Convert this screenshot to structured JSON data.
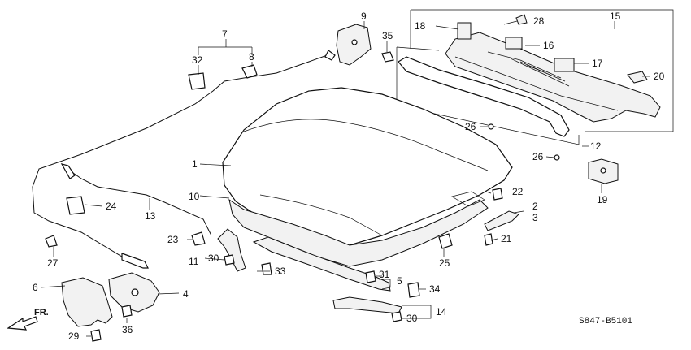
{
  "diagram_code": "S847-B5101",
  "front_marker": "FR.",
  "callouts": [
    {
      "id": "1",
      "label": "1"
    },
    {
      "id": "2",
      "label": "2"
    },
    {
      "id": "3",
      "label": "3"
    },
    {
      "id": "4",
      "label": "4"
    },
    {
      "id": "5",
      "label": "5"
    },
    {
      "id": "6",
      "label": "6"
    },
    {
      "id": "7",
      "label": "7"
    },
    {
      "id": "8",
      "label": "8"
    },
    {
      "id": "9",
      "label": "9"
    },
    {
      "id": "10",
      "label": "10"
    },
    {
      "id": "11",
      "label": "11"
    },
    {
      "id": "12",
      "label": "12"
    },
    {
      "id": "13",
      "label": "13"
    },
    {
      "id": "14",
      "label": "14"
    },
    {
      "id": "15",
      "label": "15"
    },
    {
      "id": "16",
      "label": "16"
    },
    {
      "id": "17",
      "label": "17"
    },
    {
      "id": "18",
      "label": "18"
    },
    {
      "id": "19",
      "label": "19"
    },
    {
      "id": "20",
      "label": "20"
    },
    {
      "id": "21",
      "label": "21"
    },
    {
      "id": "22",
      "label": "22"
    },
    {
      "id": "23",
      "label": "23"
    },
    {
      "id": "24",
      "label": "24"
    },
    {
      "id": "25",
      "label": "25"
    },
    {
      "id": "26a",
      "label": "26"
    },
    {
      "id": "26b",
      "label": "26"
    },
    {
      "id": "27",
      "label": "27"
    },
    {
      "id": "28",
      "label": "28"
    },
    {
      "id": "29",
      "label": "29"
    },
    {
      "id": "30a",
      "label": "30"
    },
    {
      "id": "30b",
      "label": "30"
    },
    {
      "id": "31",
      "label": "31"
    },
    {
      "id": "32",
      "label": "32"
    },
    {
      "id": "33",
      "label": "33"
    },
    {
      "id": "34",
      "label": "34"
    },
    {
      "id": "35",
      "label": "35"
    },
    {
      "id": "36",
      "label": "36"
    }
  ]
}
